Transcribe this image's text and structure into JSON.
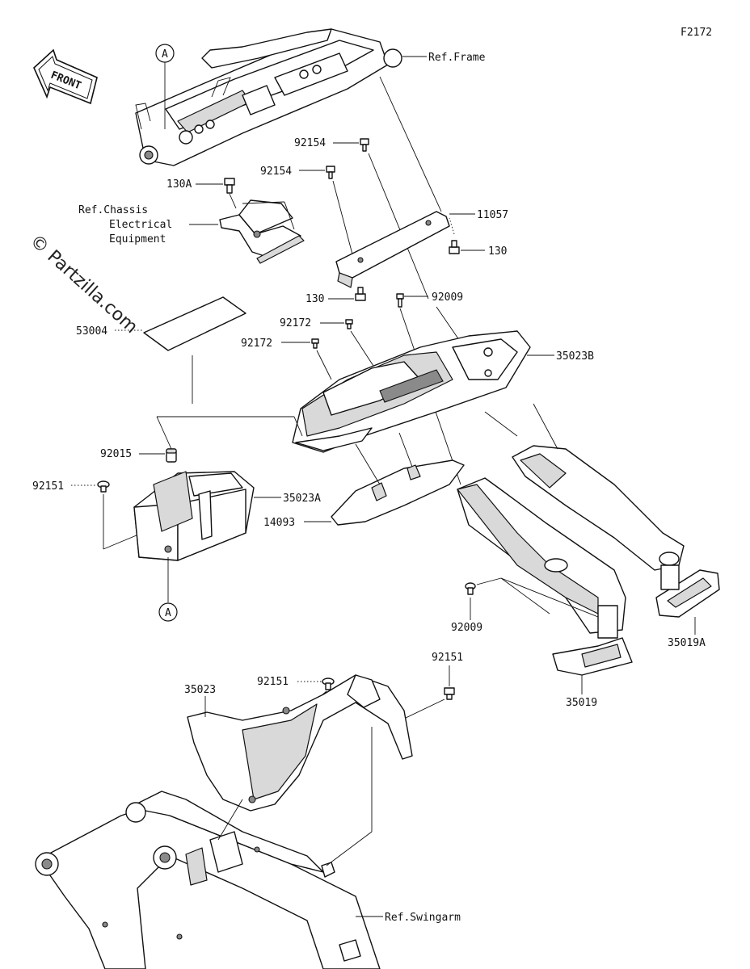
{
  "figure_id": "F2172",
  "watermark": "© Partzilla.com",
  "front_arrow_label": "FRONT",
  "reference_marker": "A",
  "callouts": {
    "ref_frame": "Ref.Frame",
    "ref_chassis_line1": "Ref.Chassis",
    "ref_chassis_line2": "Electrical",
    "ref_chassis_line3": "Equipment",
    "ref_swingarm": "Ref.Swingarm",
    "p11057": "11057",
    "p130_right": "130",
    "p130_left": "130",
    "p130A": "130A",
    "p92154_upper": "92154",
    "p92154_lower": "92154",
    "p92009_upper": "92009",
    "p92009_lower": "92009",
    "p92172_upper": "92172",
    "p92172_lower": "92172",
    "p35023B": "35023B",
    "p53004": "53004",
    "p92015": "92015",
    "p92151_left": "92151",
    "p35023A": "35023A",
    "p14093": "14093",
    "p35019A": "35019A",
    "p35019": "35019",
    "p92151_mid": "92151",
    "p92151_right": "92151",
    "p35023": "35023"
  }
}
